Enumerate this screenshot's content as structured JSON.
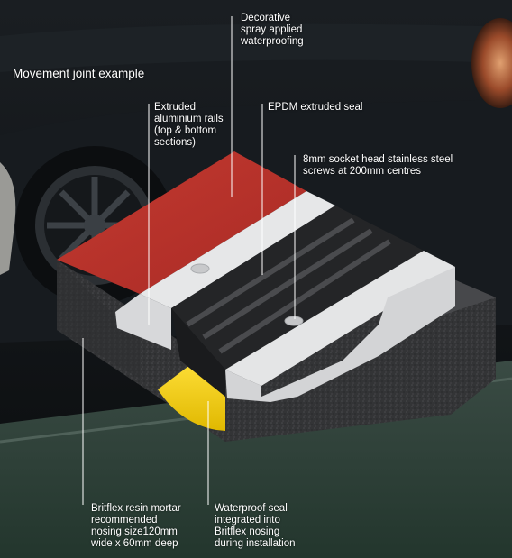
{
  "title": "Movement joint example",
  "callouts": {
    "spray": "Decorative\nspray applied\nwaterproofing",
    "rails": "Extruded\naluminium rails\n(top & bottom\nsections)",
    "epdm": "EPDM extruded seal",
    "screws": "8mm socket head stainless steel\nscrews at 200mm centres",
    "mortar": "Britflex resin mortar\nrecommended\nnosing size120mm\nwide x 60mm deep",
    "seal": "Waterproof seal\nintegrated into\nBritflex nosing\nduring installation"
  },
  "colors": {
    "waterproofing_red": "#b8302a",
    "aluminium": "#e2e3e4",
    "epdm_black": "#2a2b2d",
    "mortar": "#3a3a3c",
    "seal_yellow": "#f2d21a",
    "road_green": "#2f4a3e"
  }
}
